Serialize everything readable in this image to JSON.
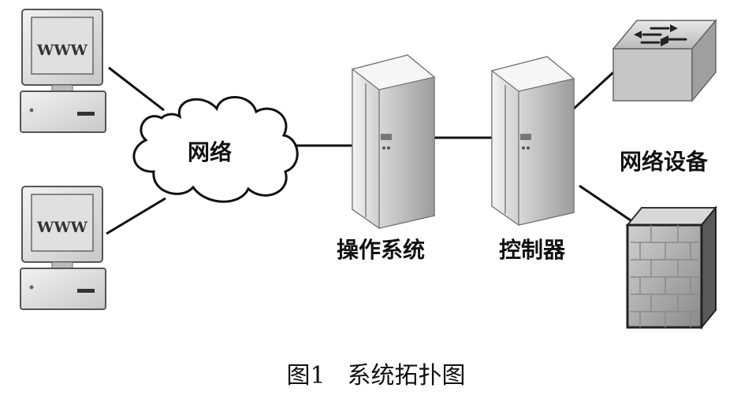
{
  "diagram": {
    "computer_screen_text": "WWW",
    "labels": {
      "network": "网络",
      "operating_system": "操作系统",
      "controller": "控制器",
      "network_device": "网络设备"
    },
    "caption": {
      "number": "图1",
      "title": "系统拓扑图"
    }
  }
}
